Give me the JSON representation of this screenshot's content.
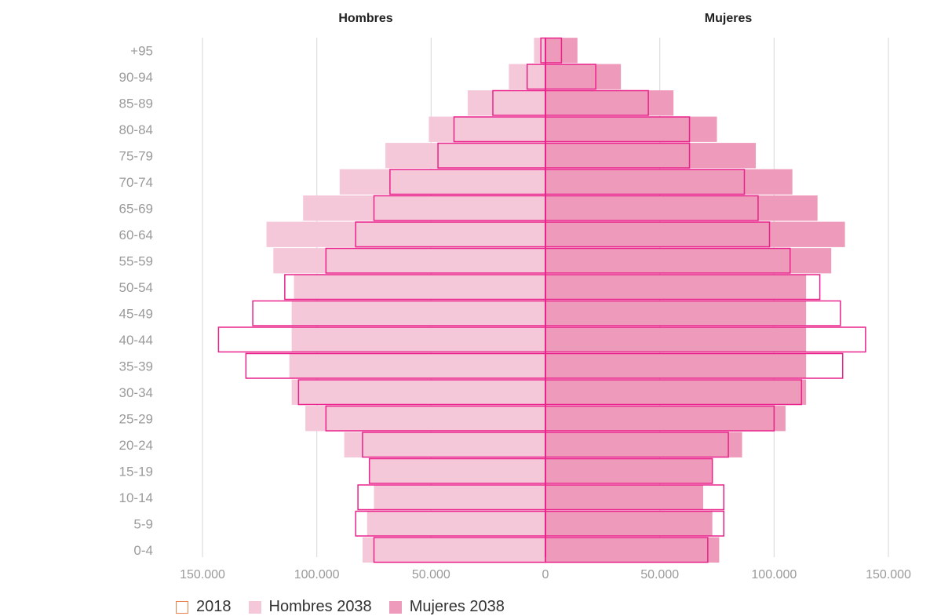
{
  "chart_data": {
    "type": "bar",
    "orientation": "horizontal",
    "panels": [
      "Hombres",
      "Mujeres"
    ],
    "categories": [
      "0-4",
      "5-9",
      "10-14",
      "15-19",
      "20-24",
      "25-29",
      "30-34",
      "35-39",
      "40-44",
      "45-49",
      "50-54",
      "55-59",
      "60-64",
      "65-69",
      "70-74",
      "75-79",
      "80-84",
      "85-89",
      "90-94",
      "+95"
    ],
    "series": [
      {
        "name": "Hombres 2038",
        "side": "left",
        "color": "#f5c8d9",
        "values": [
          80000,
          78000,
          75000,
          77000,
          88000,
          105000,
          111000,
          112000,
          111000,
          111000,
          110000,
          119000,
          122000,
          106000,
          90000,
          70000,
          51000,
          34000,
          16000,
          5000
        ]
      },
      {
        "name": "Mujeres 2038",
        "side": "right",
        "color": "#ee9abb",
        "values": [
          76000,
          73000,
          69000,
          73000,
          86000,
          105000,
          114000,
          114000,
          114000,
          114000,
          114000,
          125000,
          131000,
          119000,
          108000,
          92000,
          75000,
          56000,
          33000,
          14000
        ]
      },
      {
        "name": "2018",
        "style": "outline",
        "color": "#e8238a",
        "values_left": [
          75000,
          83000,
          82000,
          77000,
          80000,
          96000,
          108000,
          131000,
          143000,
          128000,
          114000,
          96000,
          83000,
          75000,
          68000,
          47000,
          40000,
          23000,
          8000,
          2000
        ],
        "values_right": [
          71000,
          78000,
          78000,
          73000,
          80000,
          100000,
          112000,
          130000,
          140000,
          129000,
          120000,
          107000,
          98000,
          93000,
          87000,
          63000,
          63000,
          45000,
          22000,
          7000
        ]
      }
    ],
    "xaxis": {
      "ticks": [
        -150000,
        -100000,
        -50000,
        0,
        50000,
        100000,
        150000
      ],
      "tick_labels": [
        "150.000",
        "100.000",
        "50.000",
        "0",
        "50.000",
        "100.000",
        "150.000"
      ],
      "range": [
        -150000,
        150000
      ]
    },
    "grid": true,
    "legend": {
      "position": "bottom-left",
      "items": [
        {
          "label": "2018",
          "style": "outline",
          "color": "#e8824c"
        },
        {
          "label": "Hombres 2038",
          "style": "fill",
          "color": "#f5c8d9"
        },
        {
          "label": "Mujeres 2038",
          "style": "fill",
          "color": "#ee9abb"
        }
      ]
    }
  }
}
